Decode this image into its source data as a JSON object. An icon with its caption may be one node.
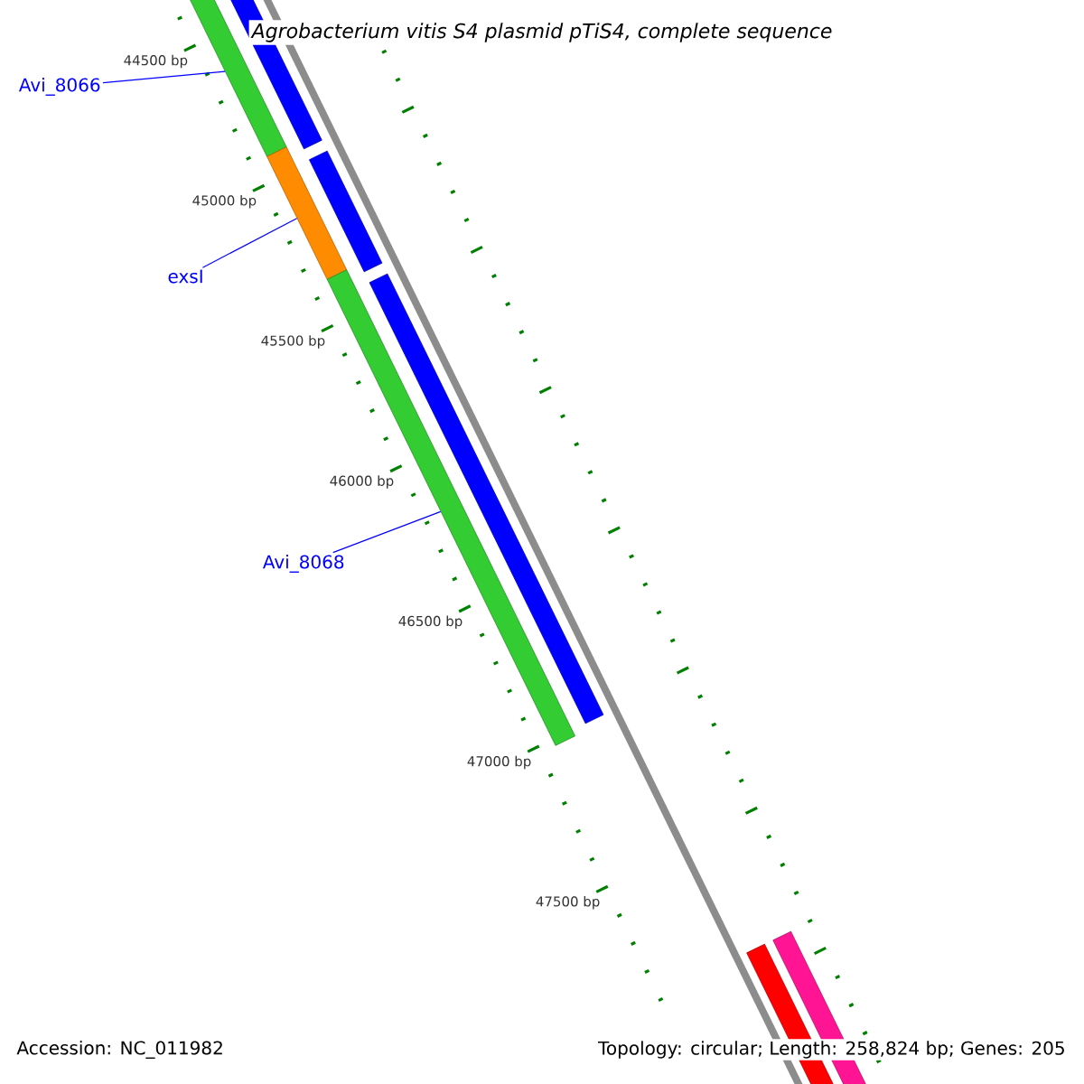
{
  "diagram": {
    "title": "Agrobacterium vitis S4 plasmid pTiS4, complete sequence",
    "nodes": [
      {
        "text": [
          "Avi_8066"
        ]
      },
      {
        "text": [],
        "shape": "bar"
      },
      {
        "text": [
          "exsI"
        ]
      },
      {
        "text": [],
        "shape": "bar"
      },
      {
        "text": [
          "Avi_8068"
        ]
      },
      {
        "text": [],
        "shape": "bar"
      }
    ],
    "edges": [
      {
        "from": 0,
        "to": 1,
        "arrow": "none"
      },
      {
        "from": 2,
        "to": 3,
        "arrow": "none"
      },
      {
        "from": 4,
        "to": 5,
        "arrow": "none"
      }
    ],
    "labels": [
      "44500 bp",
      "45000 bp",
      "45500 bp",
      "46000 bp",
      "46500 bp",
      "47000 bp",
      "47500 bp",
      "Accession: NC_011982",
      "Topology: circular; Length: 258,824 bp; Genes: 205"
    ]
  }
}
